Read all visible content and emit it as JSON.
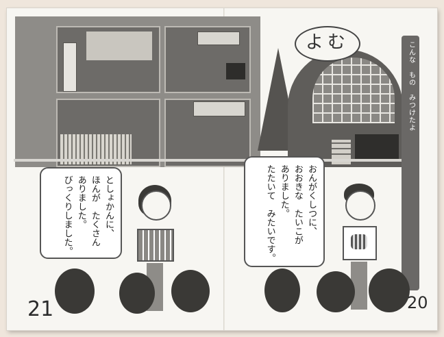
{
  "header": {
    "title": "よむ",
    "sidebar_caption": "こんな　もの　みつけたよ"
  },
  "left_page": {
    "page_number": "21",
    "speech": "としょかんに、\nほんが　たくさん\nありました。\nびっくりしました。"
  },
  "right_page": {
    "page_number": "20",
    "speech": "おんがくしつに、\nおおきな　たいこが\nありました。\nたたいて　みたいです。"
  }
}
